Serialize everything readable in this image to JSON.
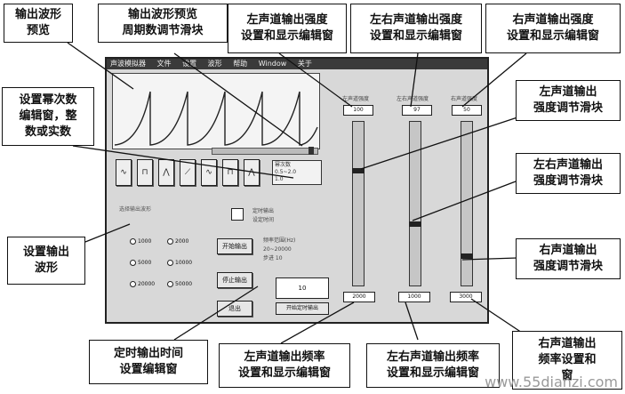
{
  "callouts": {
    "wave_preview": "输出波形\n预览",
    "preview_slider": "输出波形预览\n周期数调节滑块",
    "left_intensity_edit": "左声道输出强度\n设置和显示编辑窗",
    "both_intensity_edit": "左右声道输出强度\n设置和显示编辑窗",
    "right_intensity_edit": "右声道输出强度\n设置和显示编辑窗",
    "power_edit": "设置幂次数\n编辑窗，整\n数或实数",
    "left_intensity_slider": "左声道输出\n强度调节滑块",
    "both_intensity_slider": "左右声道输出\n强度调节滑块",
    "right_intensity_slider": "右声道输出\n强度调节滑块",
    "set_waveform": "设置输出\n波形",
    "timer_edit": "定时输出时间\n设置编辑窗",
    "left_freq_edit": "左声道输出频率\n设置和显示编辑窗",
    "both_freq_edit": "左右声道输出频率\n设置和显示编辑窗",
    "right_freq_edit": "右声道输出\n频率设置和\n窗"
  },
  "app": {
    "menu_items": [
      "声波模拟器",
      "文件",
      "设置",
      "波形",
      "帮助",
      "Window",
      "关于"
    ],
    "wave_buttons": [
      "∿",
      "⊓",
      "⋀",
      "⟋",
      "∿",
      "⊓",
      "⋀"
    ],
    "power_box_text": "幂次数\n0.5~2.0\n1.0",
    "left_channel": {
      "label": "左声道强度",
      "intensity": "100",
      "frequency": "2000"
    },
    "both_channel": {
      "label": "左右声道强度",
      "intensity": "97",
      "frequency": "1000"
    },
    "right_channel": {
      "label": "右声道强度",
      "intensity": "50",
      "frequency": "3000"
    },
    "waveform_section_label": "选择输出波形",
    "checkbox_note": "定时输出\n设定时间",
    "radio_options": [
      "1000",
      "2000",
      "5000",
      "10000",
      "20000",
      "50000"
    ],
    "buttons": {
      "start": "开始输出",
      "stop": "停止输出",
      "exit": "退出"
    },
    "freq_note": "频率范围(Hz)\n20~20000\n步进 10",
    "timer_value": "10",
    "bottom_button": "开始定时输出"
  },
  "watermark": "www.55dianzi.com"
}
